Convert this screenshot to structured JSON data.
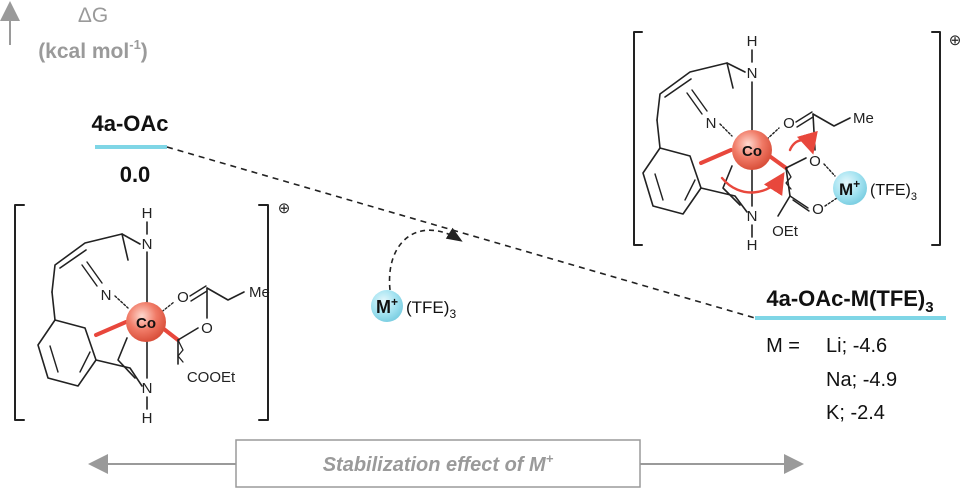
{
  "axis": {
    "symbol": "ΔG",
    "unit": "(kcal mol-1)",
    "unit_base": "(kcal mol",
    "unit_exp": "-1",
    "unit_close": ")"
  },
  "state_start": {
    "name": "4a-OAc",
    "energy": "0.0"
  },
  "state_end": {
    "name": "4a-OAc-M(TFE)",
    "name_sub": "3",
    "metal_label": "M =",
    "metals": [
      {
        "metal": "Li",
        "energy": "-4.6"
      },
      {
        "metal": "Na",
        "energy": "-4.9"
      },
      {
        "metal": "K",
        "energy": "-2.4"
      }
    ]
  },
  "reagent": {
    "metal": "M",
    "charge": "+",
    "ligand": "(TFE)",
    "ligand_sub": "3"
  },
  "bottom_banner": {
    "text": "Stabilization effect of M",
    "sup": "+"
  },
  "complex_left": {
    "metal": "Co",
    "charge": "⊕",
    "labels": {
      "nh_top_h": "H",
      "nh_top_n": "N",
      "imine_n": "N",
      "nh_bot_n": "N",
      "nh_bot_h": "H",
      "methyl": "Me",
      "ester": "COOEt",
      "o_carbonyl": "O",
      "o_ether": "O"
    }
  },
  "complex_right": {
    "metal": "Co",
    "charge": "⊕",
    "labels": {
      "nh_top_h": "H",
      "nh_top_n": "N",
      "imine_n": "N",
      "nh_bot_n": "N",
      "nh_bot_h": "H",
      "methyl": "Me",
      "oet": "OEt",
      "o_carbonyl": "O",
      "o_ether": "O",
      "o_ester": "O",
      "m_cation": "M",
      "m_charge": "+",
      "m_ligand": "(TFE)",
      "m_sub": "3"
    }
  },
  "colors": {
    "cobalt": "#e8604c",
    "metal_cation": "#8fdcef",
    "level": "#7fd6e6",
    "arrow_red": "#e8473c",
    "grey": "#9a9a9a"
  }
}
